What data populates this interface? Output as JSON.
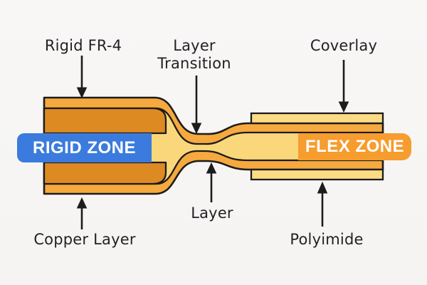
{
  "canvas": {
    "background": "#F7F6F4"
  },
  "callouts": {
    "rigid_fr4": {
      "label": "Rigid FR-4"
    },
    "layer_transition": {
      "label": "Layer Transition"
    },
    "coverlay": {
      "label": "Coverlay"
    },
    "copper_layer": {
      "label": "Copper Layer"
    },
    "layer": {
      "label": "Layer"
    },
    "polyimide": {
      "label": "Polyimide"
    }
  },
  "zones": {
    "rigid": {
      "label": "RIGID ZONE",
      "badge_color": "#3B7BDD",
      "text_color": "#FFFFFF"
    },
    "flex": {
      "label": "FLEX ZONE",
      "badge_color": "#F79C2E",
      "text_color": "#FFFFFF"
    }
  },
  "materials": {
    "outer_band_color": "#F6A93E",
    "substrate_color": "#FBD77B",
    "copper_color": "#DE8A22",
    "coverlay_color": "#FBDC85",
    "outline_color": "#1C1C1C"
  }
}
